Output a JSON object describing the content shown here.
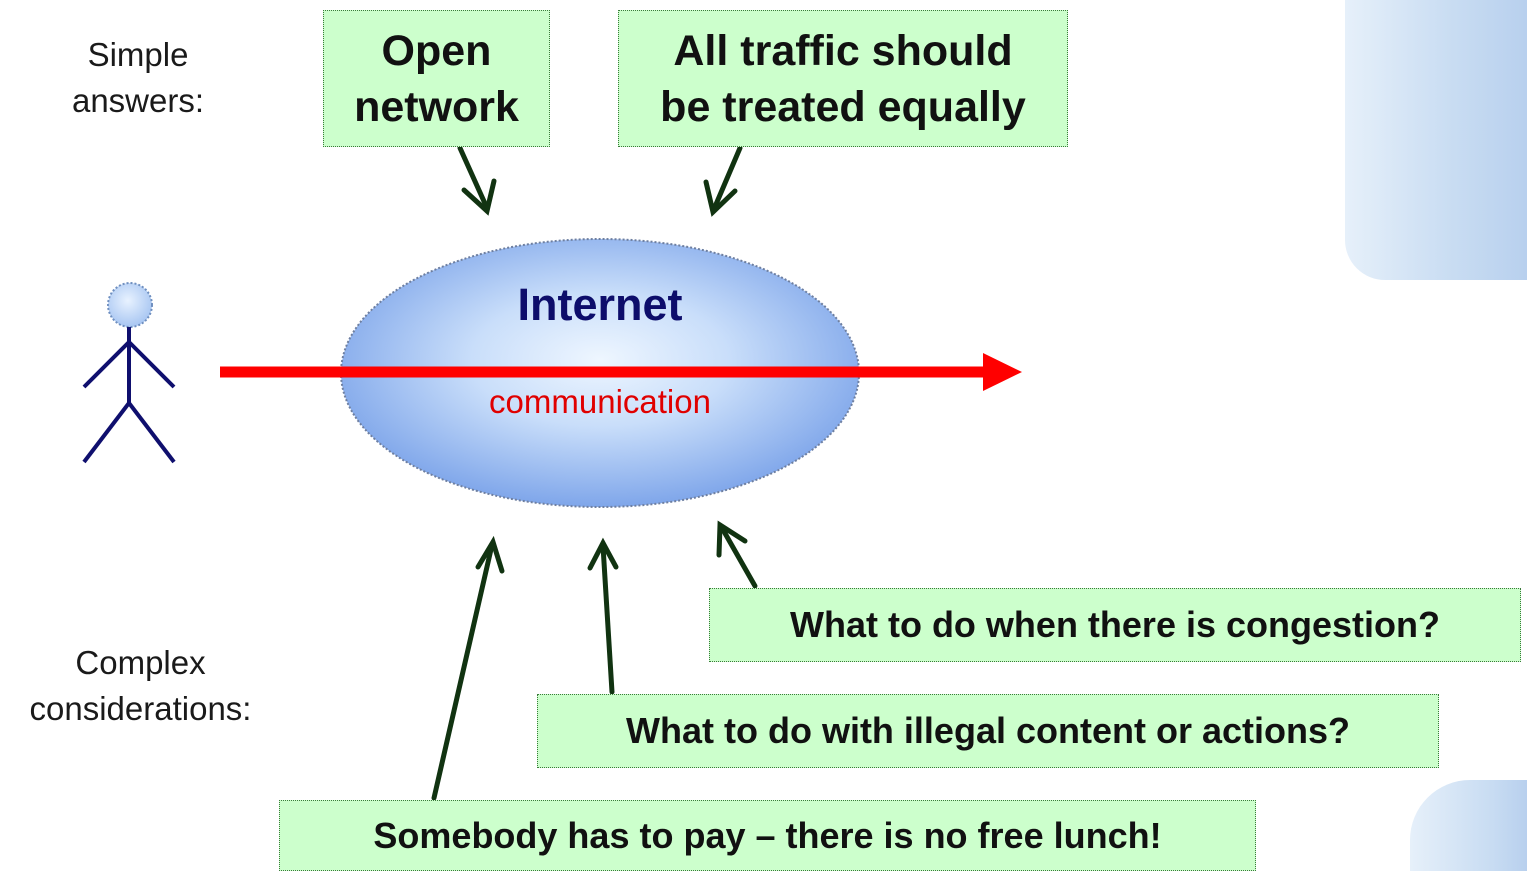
{
  "simple_answers_label": [
    "Simple",
    "answers:"
  ],
  "complex_considerations_label": [
    "Complex",
    "considerations:"
  ],
  "simple_boxes": {
    "open_network": [
      "Open",
      "network"
    ],
    "all_traffic": [
      "All traffic should",
      "be treated equally"
    ]
  },
  "internet": {
    "title": "Internet",
    "communication": "communication"
  },
  "complex_boxes": {
    "congestion": "What to do when there is congestion?",
    "illegal_content": "What to do with illegal content or actions?",
    "payment": "Somebody has to pay – there is no free lunch!"
  },
  "colors": {
    "ellipse_fill": "#9bbcf2",
    "ellipse_center": "#e8f3ff",
    "arrow_red": "#ff0000",
    "arrow_dark_green": "#113311",
    "box_fill": "#ccffcc",
    "stick_figure": "#0f0f6e",
    "internet_title": "#0d0d6b",
    "decor_blue": "#c8dcf2"
  }
}
